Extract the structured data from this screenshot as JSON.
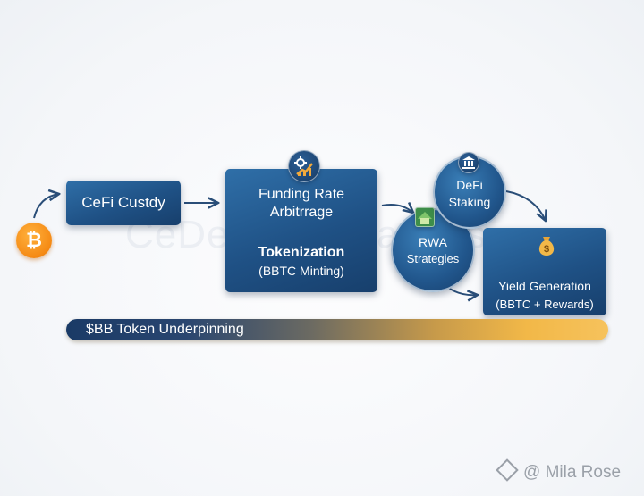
{
  "diagram": {
    "watermark": "CeDeFi Innovations",
    "coin_symbol": "₿",
    "cefi_custody": "CeFi Custdy",
    "center_box": {
      "line1": "Funding Rate",
      "line2": "Arbitrrage",
      "line3": "Tokenization",
      "line4": "(BBTC Minting)"
    },
    "defi_staking": {
      "line1": "DeFi",
      "line2": "Staking"
    },
    "rwa_strategies": {
      "line1": "RWA",
      "line2": "Strategies"
    },
    "yield_generation": {
      "line1": "Yield Generation",
      "line2": "(BBTC + Rewards)"
    },
    "token_bar": "$BB Token Underpinning",
    "credit": "@ Mila Rose",
    "colors": {
      "node_blue": "#1f5185",
      "coin_orange": "#f58a14",
      "bar_gold": "#f2b848",
      "arrow": "#2a4e78"
    }
  }
}
